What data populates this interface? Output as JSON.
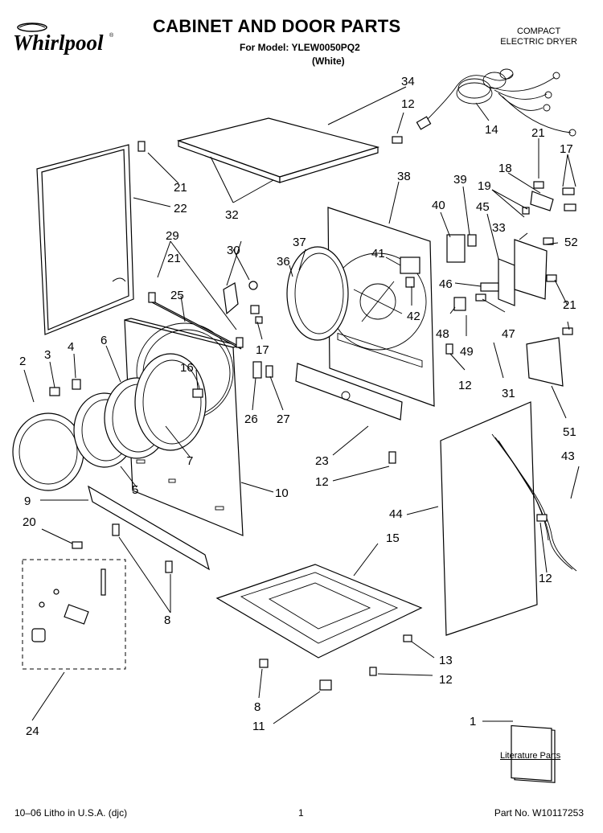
{
  "header": {
    "brand": "Whirlpool",
    "title": "CABINET AND DOOR PARTS",
    "model_line": "For Model: YLEW0050PQ2",
    "color_line": "(White)",
    "product_line1": "COMPACT",
    "product_line2": "ELECTRIC DRYER"
  },
  "callouts": {
    "c1": "1",
    "c2": "2",
    "c3": "3",
    "c4": "4",
    "c5": "5",
    "c6": "6",
    "c7": "7",
    "c8a": "8",
    "c8b": "8",
    "c9": "9",
    "c10": "10",
    "c11": "11",
    "c12a": "12",
    "c12b": "12",
    "c12c": "12",
    "c12d": "12",
    "c12e": "12",
    "c13": "13",
    "c14": "14",
    "c15": "15",
    "c16": "16",
    "c17a": "17",
    "c17b": "17",
    "c18": "18",
    "c19": "19",
    "c20": "20",
    "c21a": "21",
    "c21b": "21",
    "c21c": "21",
    "c21d": "21",
    "c22": "22",
    "c23": "23",
    "c24": "24",
    "c25": "25",
    "c26": "26",
    "c27": "27",
    "c29": "29",
    "c30": "30",
    "c31": "31",
    "c32": "32",
    "c33": "33",
    "c34": "34",
    "c36": "36",
    "c37": "37",
    "c38": "38",
    "c39": "39",
    "c40": "40",
    "c41": "41",
    "c42": "42",
    "c43": "43",
    "c44": "44",
    "c45": "45",
    "c46": "46",
    "c47": "47",
    "c48": "48",
    "c49": "49",
    "c51": "51",
    "c52": "52"
  },
  "literature_label": "Literature Parts",
  "footer": {
    "left": "10–06 Litho in U.S.A. (djc)",
    "page": "1",
    "part_no": "Part No. W10117253"
  }
}
